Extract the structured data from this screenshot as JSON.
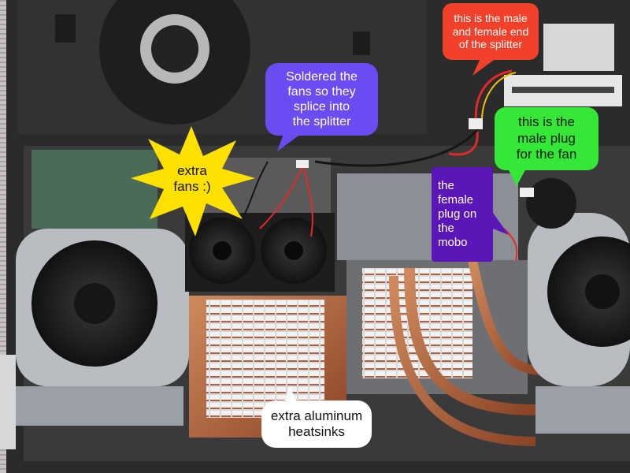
{
  "photo": {
    "subject": "open laptop underside",
    "colors": {
      "panel": "#2a2a2a",
      "fan_housing": "#b9bdc2",
      "copper": "#b8673f",
      "heatsink": "#e2e2e2",
      "tape": "#222222",
      "cable_red": "#e02a2a"
    }
  },
  "callouts": {
    "splitter_end": {
      "lines": [
        "this is the male",
        "and female end",
        "of the splitter"
      ],
      "color": "#f2402a"
    },
    "soldered_fans": {
      "lines": [
        "Soldered the",
        "fans so they",
        "splice into",
        "the splitter"
      ],
      "color": "#6a4cf2"
    },
    "male_plug": {
      "lines": [
        "this is the",
        "male plug",
        "for the fan"
      ],
      "color": "#35e837"
    },
    "female_plug": {
      "lines": [
        "the",
        "female",
        "plug on",
        "the",
        "mobo"
      ],
      "color": "#5a16b6"
    },
    "extra_fans": {
      "lines": [
        "extra",
        "fans :)"
      ],
      "color": "#ffe100"
    },
    "extra_heatsinks": {
      "lines": [
        "extra aluminum",
        "heatsinks"
      ],
      "color": "#ffffff"
    }
  }
}
